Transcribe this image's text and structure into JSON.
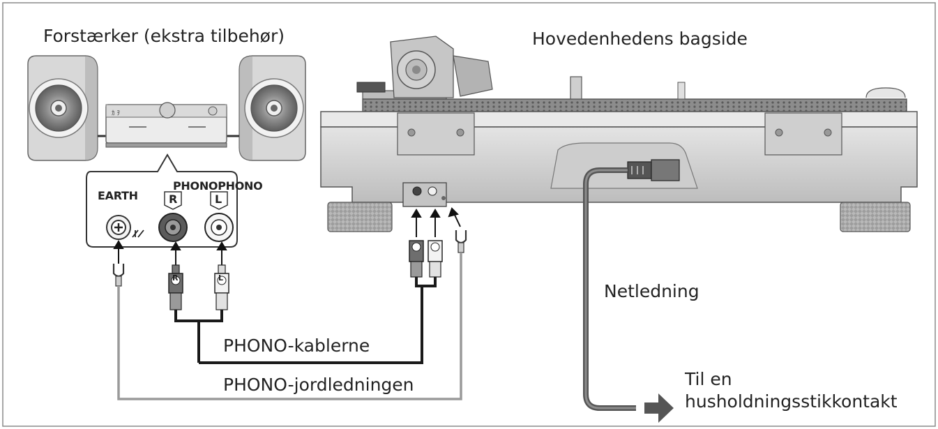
{
  "labels": {
    "amplifier": "Forstærker (ekstra tilbehør)",
    "rear": "Hovedenhedens bagside",
    "earth": "EARTH",
    "phono_header": "PHONOPHONO",
    "jack_r": "R",
    "jack_l": "L",
    "plug_r": "R",
    "plug_l": "L",
    "power_cord": "Netledning",
    "phono_cables": "PHONO-kablerne",
    "ground_wire": "PHONO-jordledningen",
    "outlet_line1": "Til en",
    "outlet_line2": "husholdningsstikkontakt"
  },
  "colors": {
    "phono_cable": "#1a1a1a",
    "ground_wire": "#9a9a9a",
    "power_cord": "#555555",
    "arrow": "#555555"
  }
}
